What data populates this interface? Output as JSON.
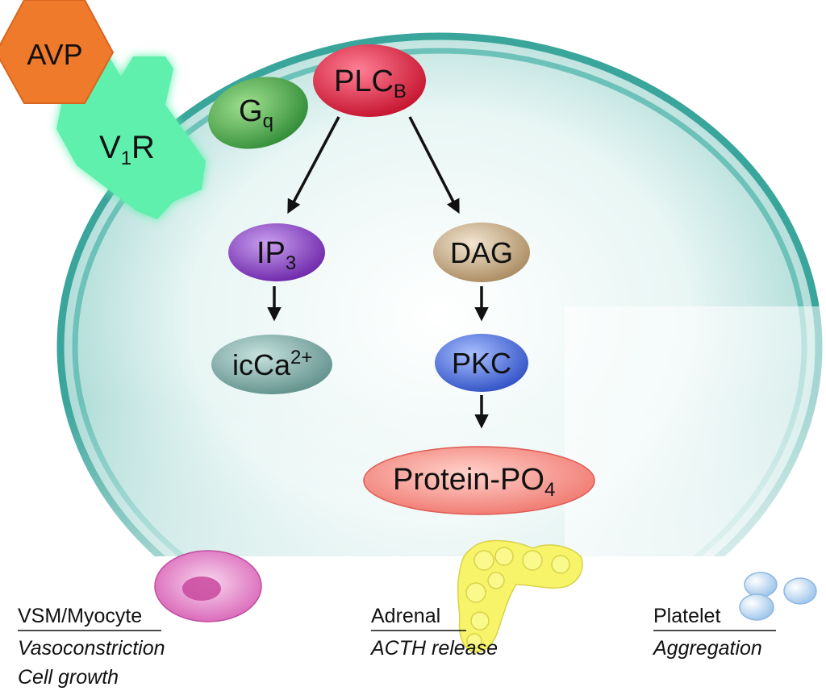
{
  "colors": {
    "cell_interior": "#8fcdc8",
    "cell_membrane": "#3aa59b",
    "arrow": "#111111",
    "avp": "#f07a2b",
    "receptor": "#5ff0ad",
    "gq": "#3eaa45",
    "plcb": "#e0223f",
    "ip3": "#8a38c8",
    "dag": "#c9ab82",
    "icca": "#7eaaa5",
    "pkc": "#4466dd",
    "protein_po4": "#f6847c",
    "myocyte": "#df6fbe",
    "adrenal": "#f7f46a",
    "platelet": "#b8d8f2"
  },
  "nodes": {
    "avp": {
      "label": "AVP"
    },
    "receptor": {
      "label": "V",
      "sub": "1",
      "suffix": "R"
    },
    "gq": {
      "label": "G",
      "sub": "q"
    },
    "plcb": {
      "label": "PLC",
      "sub": "B"
    },
    "ip3": {
      "label": "IP",
      "sub": "3"
    },
    "dag": {
      "label": "DAG"
    },
    "icca": {
      "label": "icCa",
      "sup": "2+"
    },
    "pkc": {
      "label": "PKC"
    },
    "protein_po4": {
      "label": "Protein-PO",
      "sub": "4"
    }
  },
  "targets": {
    "vsm": {
      "title": "VSM/Myocyte",
      "effect1": "Vasoconstriction",
      "effect2": "Cell growth",
      "icon": "myocyte-cell-icon"
    },
    "adrenal": {
      "title": "Adrenal",
      "effect1": "ACTH release",
      "icon": "adrenal-gland-icon"
    },
    "platelet": {
      "title": "Platelet",
      "effect1": "Aggregation",
      "icon": "platelet-cluster-icon"
    }
  }
}
